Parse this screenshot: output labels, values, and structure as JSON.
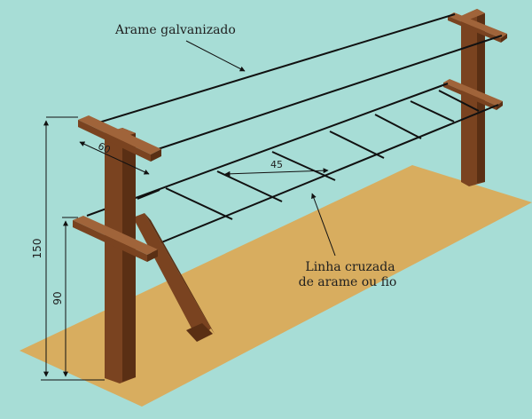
{
  "colors": {
    "background": "#a7ddd6",
    "ground": "#d8ad5f",
    "wood_front": "#7a4320",
    "wood_side": "#5a2f14",
    "wood_top": "#a0643a",
    "wire": "#111111"
  },
  "labels": {
    "galvanized_wire": "Arame galvanizado",
    "cross_line_1": "Linha cruzada",
    "cross_line_2": "de arame ou fio"
  },
  "dimensions": {
    "total_height": "150",
    "lower_height": "90",
    "crossarm_width": "60",
    "cross_spacing": "45"
  }
}
